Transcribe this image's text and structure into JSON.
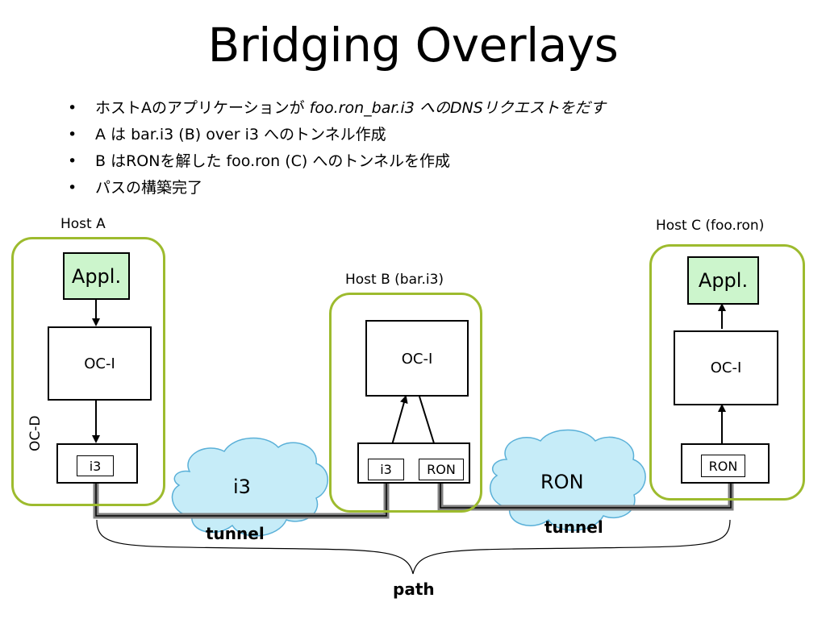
{
  "title": "Bridging Overlays",
  "bullets": [
    {
      "a": "ホストAのアプリケーションが ",
      "b": "foo.ron_bar.i3 へのDNSリクエストをだす"
    },
    {
      "a": "A は bar.i3 (B) over i3  へのトンネル作成",
      "b": ""
    },
    {
      "a": "B はRONを解した foo.ron (C) へのトンネルを作成",
      "b": ""
    },
    {
      "a": "パスの構築完了",
      "b": ""
    }
  ],
  "bullet_symbol": "•",
  "hosts": {
    "a": {
      "label": "Host A",
      "appl": "Appl.",
      "oci": "OC-I",
      "ocd": "OC-D",
      "overlay": "i3"
    },
    "b": {
      "label": "Host B (bar.i3)",
      "oci": "OC-I",
      "overlay1": "i3",
      "overlay2": "RON"
    },
    "c": {
      "label": "Host C (foo.ron)",
      "appl": "Appl.",
      "oci": "OC-I",
      "overlay": "RON"
    }
  },
  "clouds": {
    "i3": "i3",
    "ron": "RON"
  },
  "tunnel_labels": [
    "tunnel",
    "tunnel"
  ],
  "path_label": "path",
  "colors": {
    "host_border": "#9dbb2e",
    "appl_fill": "#ccf5cc",
    "cloud_fill": "#c6ecf8",
    "cloud_stroke": "#5ab0d8",
    "tunnel_stroke": "#808080"
  }
}
